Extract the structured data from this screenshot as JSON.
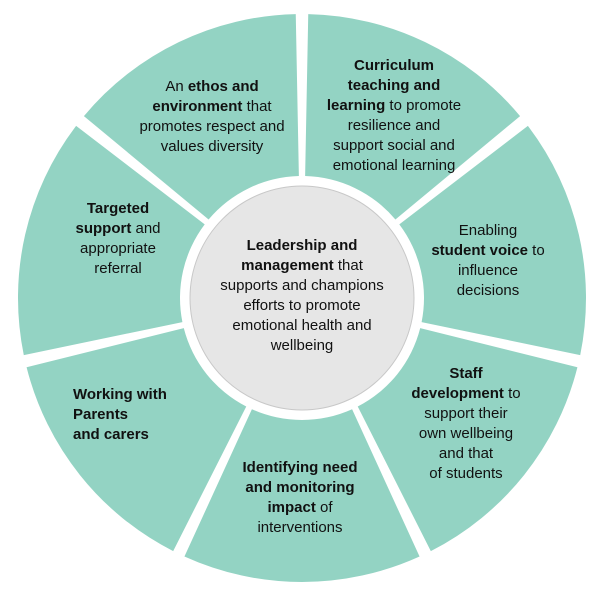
{
  "colors": {
    "segment": "#93d3c3",
    "center": "#e6e6e6",
    "center_border": "#c8c8c8",
    "gap": "#ffffff"
  },
  "center": {
    "name": "leadership-and-management",
    "lines": [
      [
        {
          "text": "Leadership and",
          "bold": true
        }
      ],
      [
        {
          "text": "management",
          "bold": true
        },
        {
          "text": " that",
          "bold": false
        }
      ],
      [
        {
          "text": "supports and champions",
          "bold": false
        }
      ],
      [
        {
          "text": "efforts to promote",
          "bold": false
        }
      ],
      [
        {
          "text": "emotional health and",
          "bold": false
        }
      ],
      [
        {
          "text": "wellbeing",
          "bold": false
        }
      ]
    ]
  },
  "segments": [
    {
      "name": "curriculum-teaching-learning",
      "lines": [
        [
          {
            "text": "Curriculum",
            "bold": true
          }
        ],
        [
          {
            "text": "teaching and",
            "bold": true
          }
        ],
        [
          {
            "text": "learning",
            "bold": true
          },
          {
            "text": " to promote",
            "bold": false
          }
        ],
        [
          {
            "text": "resilience and",
            "bold": false
          }
        ],
        [
          {
            "text": "support social and",
            "bold": false
          }
        ],
        [
          {
            "text": "emotional learning",
            "bold": false
          }
        ]
      ]
    },
    {
      "name": "student-voice",
      "lines": [
        [
          {
            "text": "Enabling",
            "bold": false
          }
        ],
        [
          {
            "text": "student voice",
            "bold": true
          },
          {
            "text": " to",
            "bold": false
          }
        ],
        [
          {
            "text": "influence",
            "bold": false
          }
        ],
        [
          {
            "text": "decisions",
            "bold": false
          }
        ]
      ]
    },
    {
      "name": "staff-development",
      "lines": [
        [
          {
            "text": "Staff",
            "bold": true
          }
        ],
        [
          {
            "text": "development",
            "bold": true
          },
          {
            "text": " to",
            "bold": false
          }
        ],
        [
          {
            "text": "support their",
            "bold": false
          }
        ],
        [
          {
            "text": "own wellbeing",
            "bold": false
          }
        ],
        [
          {
            "text": "and that",
            "bold": false
          }
        ],
        [
          {
            "text": "of students",
            "bold": false
          }
        ]
      ]
    },
    {
      "name": "identifying-need",
      "lines": [
        [
          {
            "text": "Identifying need",
            "bold": true
          }
        ],
        [
          {
            "text": "and monitoring",
            "bold": true
          }
        ],
        [
          {
            "text": "impact",
            "bold": true
          },
          {
            "text": " of",
            "bold": false
          }
        ],
        [
          {
            "text": "interventions",
            "bold": false
          }
        ]
      ]
    },
    {
      "name": "working-with-parents",
      "lines": [
        [
          {
            "text": "Working with",
            "bold": true
          }
        ],
        [
          {
            "text": "Parents",
            "bold": true
          }
        ],
        [
          {
            "text": "and carers",
            "bold": true
          }
        ]
      ]
    },
    {
      "name": "targeted-support",
      "lines": [
        [
          {
            "text": "Targeted",
            "bold": true
          }
        ],
        [
          {
            "text": "support",
            "bold": true
          },
          {
            "text": " and",
            "bold": false
          }
        ],
        [
          {
            "text": "appropriate",
            "bold": false
          }
        ],
        [
          {
            "text": "referral",
            "bold": false
          }
        ]
      ]
    },
    {
      "name": "ethos-and-environment",
      "lines": [
        [
          {
            "text": "An ",
            "bold": false
          },
          {
            "text": "ethos and",
            "bold": true
          }
        ],
        [
          {
            "text": "environment",
            "bold": true
          },
          {
            "text": " that",
            "bold": false
          }
        ],
        [
          {
            "text": "promotes respect and",
            "bold": false
          }
        ],
        [
          {
            "text": "values diversity",
            "bold": false
          }
        ]
      ]
    }
  ]
}
